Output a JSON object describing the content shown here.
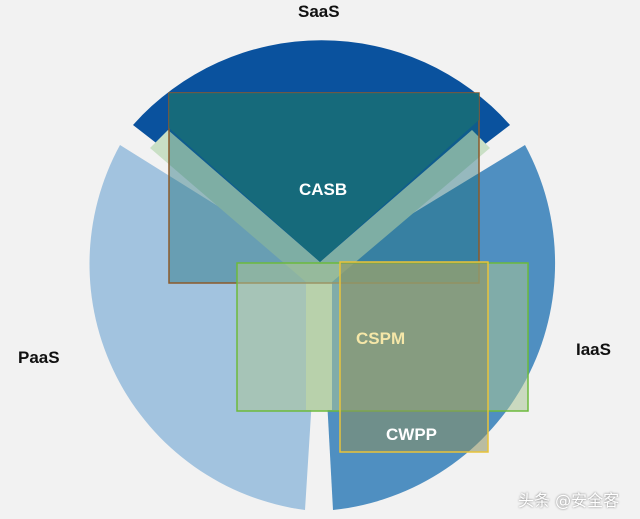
{
  "labels": {
    "saas": "SaaS",
    "paas": "PaaS",
    "iaas": "IaaS"
  },
  "boxes": {
    "casb": "CASB",
    "cspm": "CSPM",
    "cwpp": "CWPP"
  },
  "watermark": "头条 @安全客",
  "colors": {
    "background": "#f2f2f2",
    "saas_segment": "#0a529e",
    "paas_segment": "#a2c3df",
    "iaas_segment": "#4f8fc1",
    "y_divider": "#c9dfc5",
    "casb_fill": "#186c78",
    "casb_border": "#8b5a2b",
    "cspm_fill": "#a9c495",
    "cspm_border": "#6cba3c",
    "cwpp_fill": "#8a8f5e",
    "cwpp_border": "#e8c33a",
    "cspm_text": "#f5e7a8",
    "box_text": "#ffffff"
  }
}
